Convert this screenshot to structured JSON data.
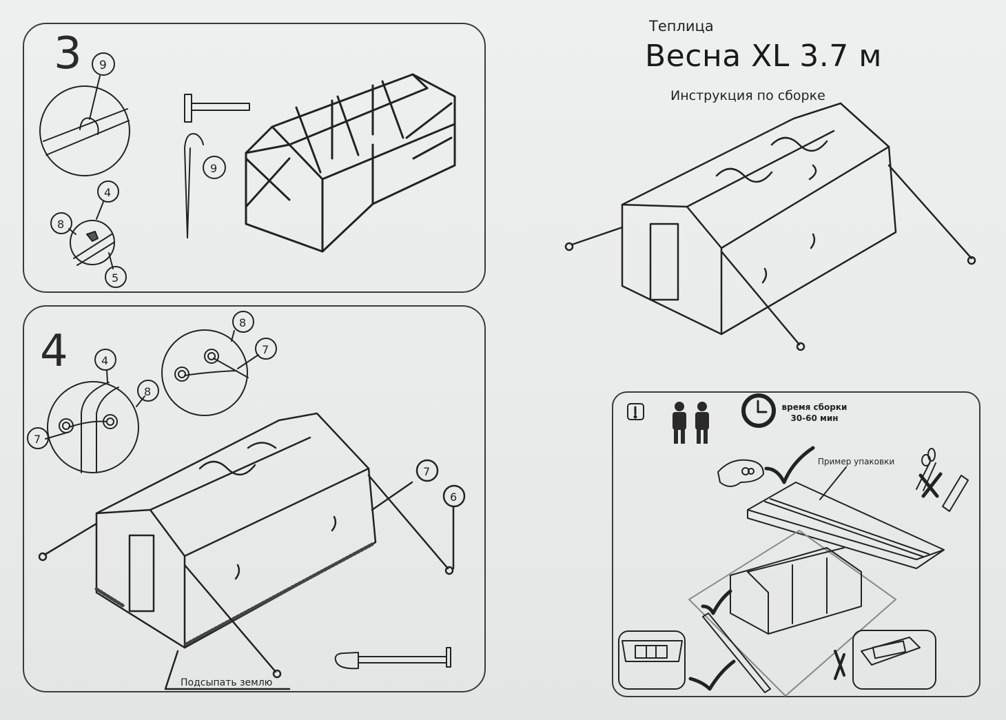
{
  "header": {
    "product_type": "Теплица",
    "product_name": "Весна XL 3.7 м",
    "subtitle": "Инструкция по сборке"
  },
  "steps": [
    {
      "number": "3",
      "callouts": [
        "9",
        "9",
        "4",
        "8",
        "5"
      ],
      "tools": [
        "hammer",
        "ground-peg"
      ]
    },
    {
      "number": "4",
      "callouts": [
        "4",
        "8",
        "7",
        "8",
        "7",
        "7",
        "6"
      ],
      "note": "Подсыпать землю",
      "tools": [
        "shovel"
      ]
    }
  ],
  "info_panel": {
    "warning_icon": "!",
    "people_count": 2,
    "assembly_time_label": "время сборки",
    "assembly_time_value": "30-60 мин",
    "packaging_label": "Пример упаковки",
    "correct_mark": "✓",
    "wrong_mark": "✗"
  },
  "icons": {
    "warning": "warning-icon",
    "people": "two-people-icon",
    "clock": "clock-icon",
    "hand": "hand-tearing-icon",
    "scissors": "scissors-icon",
    "knife": "utility-knife-icon",
    "level": "spirit-level-icon"
  }
}
